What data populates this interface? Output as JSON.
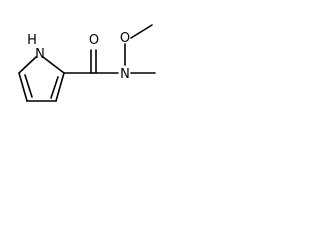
{
  "molecule": {
    "atoms": {
      "nh": "H",
      "n_ring": "N",
      "o_carbonyl": "O",
      "n_amide": "N",
      "o_methoxy": "O"
    }
  },
  "colors": {
    "bond": "#000000",
    "background": "#ffffff"
  }
}
